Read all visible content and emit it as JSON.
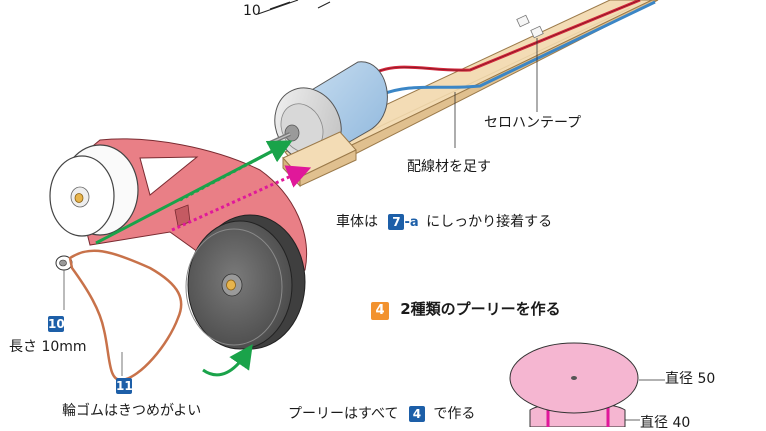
{
  "labels": {
    "dim_10": "10",
    "cellophane_tape": "セロハンテープ",
    "add_wire": "配線材を足す",
    "chassis_prefix": "車体は",
    "chassis_badge": "7",
    "chassis_badge_suffix": "-a",
    "chassis_suffix": "にしっかり接着する",
    "section_badge": "4",
    "section_title": "2種類のプーリーを作る",
    "part_10_badge": "10",
    "part_10_text": "長さ 10mm",
    "part_11_badge": "11",
    "part_11_text": "輪ゴムはきつめがよい",
    "pulley_note_prefix": "プーリーはすべて",
    "pulley_note_badge": "4",
    "pulley_note_suffix": "で作る",
    "diameter_50": "直径 50",
    "diameter_40": "直径 40"
  },
  "colors": {
    "badge_blue": "#1d5fa8",
    "badge_orange": "#f2922e",
    "arrow_green": "#1aa34a",
    "arrow_magenta": "#e0189a",
    "plate_pink": "#e97f86",
    "wood": "#f3dcb5",
    "motor_blue": "#a9cce9",
    "wire_red": "#d2263a",
    "wire_blue": "#3b86c6",
    "rubber_band": "#c8724a",
    "pulley_grey": "#616161",
    "pulley_pink": "#f5b6d1"
  }
}
